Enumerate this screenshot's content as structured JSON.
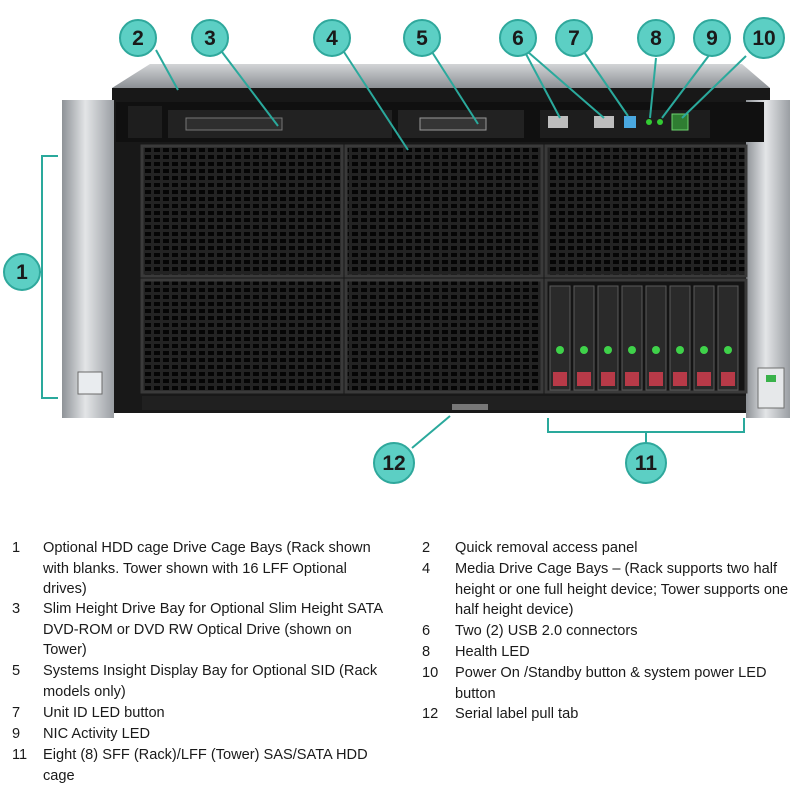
{
  "callouts": [
    {
      "number": "1"
    },
    {
      "number": "2"
    },
    {
      "number": "3"
    },
    {
      "number": "4"
    },
    {
      "number": "5"
    },
    {
      "number": "6"
    },
    {
      "number": "7"
    },
    {
      "number": "8"
    },
    {
      "number": "9"
    },
    {
      "number": "10"
    },
    {
      "number": "11"
    },
    {
      "number": "12"
    }
  ],
  "legend": {
    "left": [
      {
        "number": "1",
        "text": "Optional HDD cage Drive Cage Bays (Rack shown with blanks. Tower shown with 16 LFF Optional drives)"
      },
      {
        "number": "3",
        "text": "Slim Height Drive Bay for Optional Slim Height SATA DVD-ROM or DVD RW Optical Drive (shown on Tower)"
      },
      {
        "number": "5",
        "text": "Systems Insight Display Bay for Optional SID (Rack models only)"
      },
      {
        "number": "7",
        "text": "Unit ID LED button"
      },
      {
        "number": "9",
        "text": "NIC Activity LED"
      },
      {
        "number": "11",
        "text": "Eight (8) SFF (Rack)/LFF (Tower) SAS/SATA HDD cage"
      }
    ],
    "right": [
      {
        "number": "2",
        "text": "Quick removal access panel"
      },
      {
        "number": "4",
        "text": "Media Drive Cage Bays – (Rack supports two half height or one full height device; Tower supports one half height device)"
      },
      {
        "number": "6",
        "text": "Two (2) USB 2.0 connectors"
      },
      {
        "number": "8",
        "text": "Health LED"
      },
      {
        "number": "10",
        "text": "Power On /Standby button & system power LED button"
      },
      {
        "number": "12",
        "text": "Serial label pull tab"
      }
    ]
  },
  "colors": {
    "callout_fill": "#5ccfc4",
    "callout_stroke": "#2fa89c",
    "leader_line": "#2aa99c",
    "chassis": "#1b1b1b",
    "rail_silver": "#b9bcc0"
  }
}
